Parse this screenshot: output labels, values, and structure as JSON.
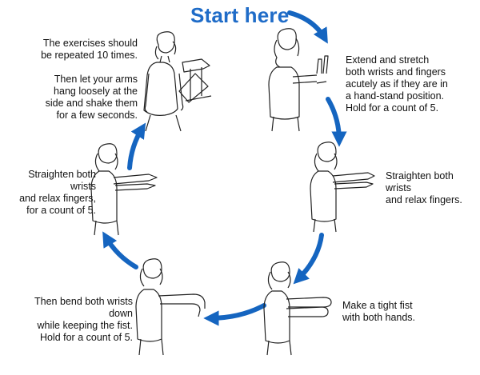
{
  "title": "Start here",
  "steps": [
    {
      "text": "Extend and stretch\nboth wrists and fingers\nacutely as if they are in\na hand-stand position.\nHold for a count of 5."
    },
    {
      "text": "Straighten both wrists\nand relax fingers."
    },
    {
      "text": "Make a tight fist\nwith both hands."
    },
    {
      "text": "Then bend both wrists down\nwhile keeping the fist.\nHold for a count of 5."
    },
    {
      "text": "Straighten both wrists\nand relax fingers,\nfor a count of 5."
    },
    {
      "text": "The  exercises should\nbe  repeated 10 times.\n\nThen let your arms\nhang loosely at the\nside and shake them\nfor a few seconds."
    }
  ],
  "colors": {
    "arrow": "#1565c0",
    "title": "#1f6cc8",
    "line": "#222222"
  }
}
